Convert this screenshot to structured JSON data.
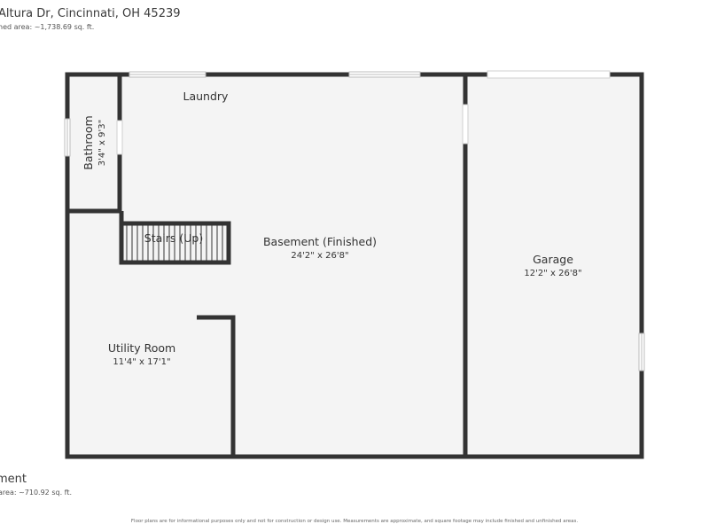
{
  "header": {
    "address": "Altura Dr, Cincinnati, OH 45239",
    "area": "hed area: ~1,738.69 sq. ft."
  },
  "footer": {
    "level_name": "ment",
    "level_area": "area: ~710.92 sq. ft.",
    "disclaimer": "Floor plans are for informational purposes only and not for construction or design use. Measurements are approximate, and square footage may include finished and unfinished areas."
  },
  "rooms": {
    "laundry": {
      "name": "Laundry"
    },
    "bathroom": {
      "name": "Bathroom",
      "dims": "3'4\" x 9'3\""
    },
    "stairs": {
      "name": "Stairs (Up)"
    },
    "basement": {
      "name": "Basement (Finished)",
      "dims": "24'2\" x 26'8\""
    },
    "garage": {
      "name": "Garage",
      "dims": "12'2\" x 26'8\""
    },
    "utility": {
      "name": "Utility Room",
      "dims": "11'4\" x 17'1\""
    }
  },
  "colors": {
    "wall": "#333333",
    "floor": "#f4f4f4",
    "window": "#c8c8c8"
  }
}
